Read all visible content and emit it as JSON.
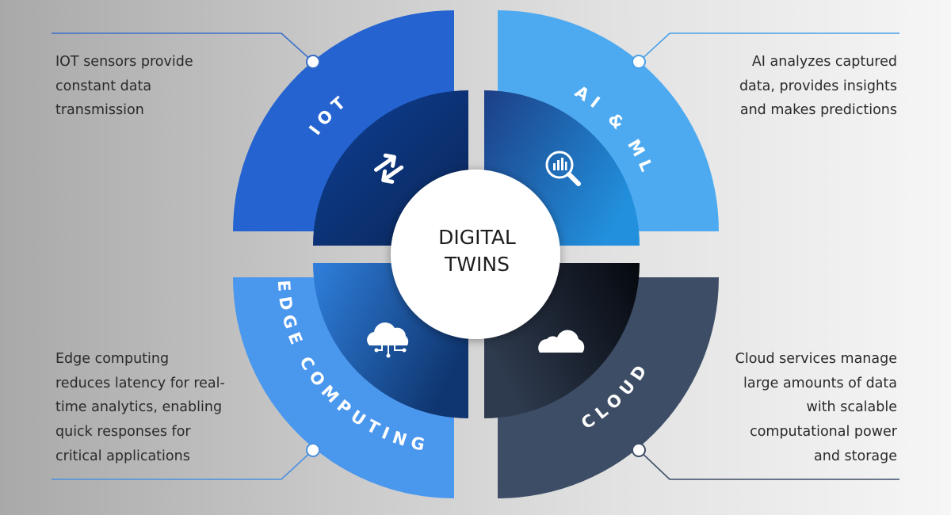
{
  "center": {
    "line1": "DIGITAL",
    "line2": "TWINS"
  },
  "segments": [
    {
      "id": "iot",
      "label": "IOT",
      "icon": "data-transfer-arrows-icon",
      "color": "#2563d0",
      "description": [
        "IOT sensors provide",
        "constant data",
        "transmission"
      ]
    },
    {
      "id": "ai-ml",
      "label": "AI & ML",
      "icon": "chart-magnifier-icon",
      "color": "#4eaaf0",
      "description": [
        "AI analyzes captured",
        "data, provides insights",
        "and makes predictions"
      ]
    },
    {
      "id": "edge",
      "label": "EDGE COMPUTING",
      "icon": "cloud-network-icon",
      "color": "#4a97ee",
      "description": [
        "Edge computing",
        "reduces latency for real-",
        "time analytics, enabling",
        "quick responses for",
        "critical applications"
      ]
    },
    {
      "id": "cloud",
      "label": "CLOUD",
      "icon": "cloud-icon",
      "color": "#3d4d66",
      "description": [
        "Cloud services manage",
        "large amounts of data",
        "with scalable",
        "computational power",
        "and storage"
      ]
    }
  ]
}
